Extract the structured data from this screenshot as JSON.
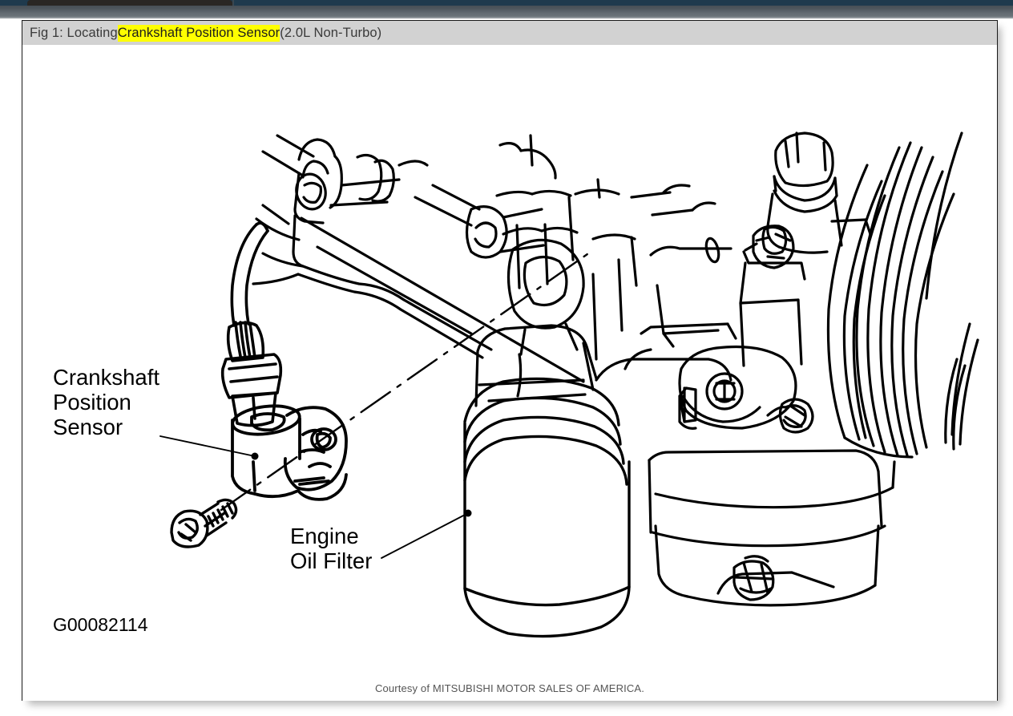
{
  "browser": {
    "tab_strip_color": "#1f3a4d",
    "active_tab_color": "#2a2724",
    "toolbar_color": "#5a6167"
  },
  "document": {
    "caption": {
      "prefix": "Fig 1: Locating ",
      "highlight": "Crankshaft Position Sensor",
      "suffix": " (2.0L Non-Turbo)",
      "highlight_color": "#ffff00",
      "bar_color": "#d2d2d2",
      "text_color": "#3a3a3a"
    },
    "figure": {
      "labels": [
        {
          "id": "crankshaft-position-sensor",
          "text": "Crankshaft\nPosition\nSensor"
        },
        {
          "id": "engine-oil-filter",
          "text": "Engine\nOil Filter"
        }
      ],
      "graphic_id": "G00082114",
      "courtesy": "Courtesy of MITSUBISHI MOTOR SALES OF AMERICA.",
      "line_color": "#000000",
      "background": "#ffffff"
    }
  }
}
